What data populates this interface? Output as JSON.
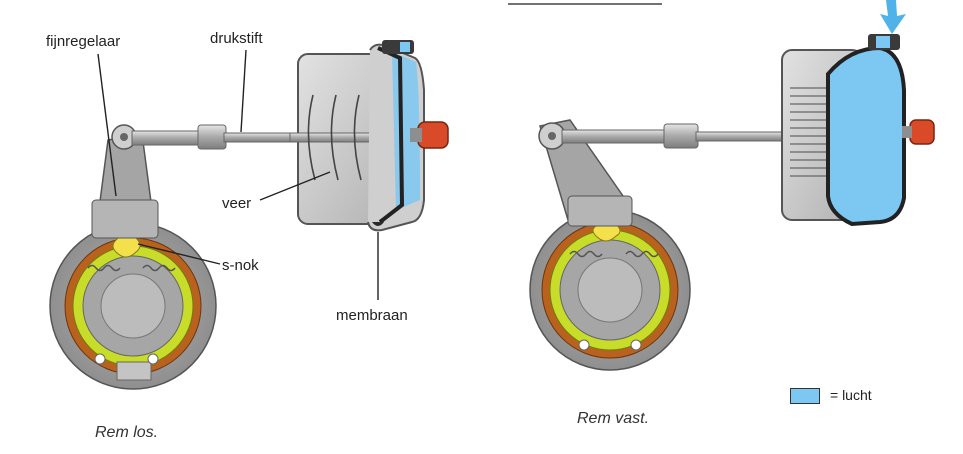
{
  "labels": {
    "fijnregelaar": "fijnregelaar",
    "drukstift": "drukstift",
    "veer": "veer",
    "snok": "s-nok",
    "membraan": "membraan"
  },
  "captions": {
    "left": "Rem los.",
    "right": "Rem vast."
  },
  "legend": {
    "text": "= lucht",
    "color": "#7cc8f2"
  },
  "colors": {
    "metal": "#bdbdbd",
    "metal_dark": "#8e8e8e",
    "lining": "#c8dc2a",
    "drum_rim": "#b8621e",
    "cam": "#f4e04a",
    "plug": "#d94a28",
    "membrane": "#2a2a2a",
    "air": "#7cc8f2"
  }
}
